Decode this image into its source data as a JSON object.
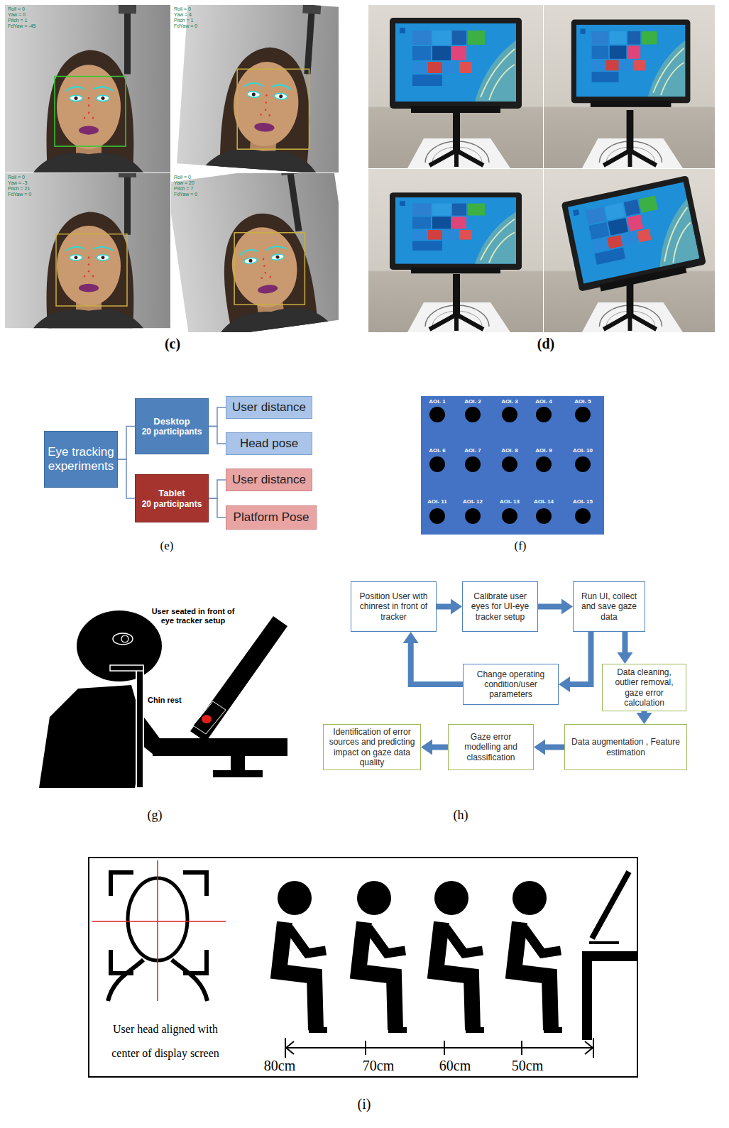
{
  "diagram": {
    "nodes": [
      {
        "text": [
          "Eye tracking experiments"
        ]
      },
      {
        "text": [
          "Desktop",
          "20 participants"
        ]
      },
      {
        "text": [
          "User distance"
        ]
      },
      {
        "text": [
          "Head pose"
        ]
      },
      {
        "text": [
          "Tablet",
          "20 participants"
        ]
      },
      {
        "text": [
          "User distance"
        ]
      },
      {
        "text": [
          "Platform Pose"
        ]
      },
      {
        "text": [
          "Position User with chinrest in front of tracker"
        ]
      },
      {
        "text": [
          "Calibrate user eyes for UI-eye tracker setup"
        ]
      },
      {
        "text": [
          "Run UI, collect and save gaze data"
        ]
      },
      {
        "text": [
          "Change operating condition/user parameters"
        ]
      },
      {
        "text": [
          "Data cleaning, outlier removal, gaze error calculation"
        ]
      },
      {
        "text": [
          "Data augmentation , Feature estimation"
        ]
      },
      {
        "text": [
          "Gaze error modelling and classification"
        ]
      },
      {
        "text": [
          "Identification of error sources and predicting impact on gaze data quality"
        ]
      }
    ],
    "edges": [
      {
        "from": 0,
        "to": 1,
        "arrow": "none"
      },
      {
        "from": 0,
        "to": 4,
        "arrow": "none"
      },
      {
        "from": 1,
        "to": 2,
        "arrow": "none"
      },
      {
        "from": 1,
        "to": 3,
        "arrow": "none"
      },
      {
        "from": 4,
        "to": 5,
        "arrow": "none"
      },
      {
        "from": 4,
        "to": 6,
        "arrow": "none"
      },
      {
        "from": 7,
        "to": 8,
        "arrow": "to"
      },
      {
        "from": 8,
        "to": 9,
        "arrow": "to"
      },
      {
        "from": 9,
        "to": 10,
        "arrow": "to"
      },
      {
        "from": 10,
        "to": 7,
        "arrow": "to"
      },
      {
        "from": 9,
        "to": 11,
        "arrow": "to"
      },
      {
        "from": 11,
        "to": 12,
        "arrow": "to"
      },
      {
        "from": 12,
        "to": 13,
        "arrow": "to"
      },
      {
        "from": 13,
        "to": 14,
        "arrow": "to"
      }
    ],
    "labels": [
      "(c)",
      "(d)",
      "Roll = 0",
      "Yaw = 0",
      "Pitch = 1",
      "FdYaw = -45",
      "Roll = 0",
      "Yaw = 4",
      "Pitch = 1",
      "FdYaw = 0",
      "Roll = 0",
      "Yaw = -3",
      "Pitch = 21",
      "FdYaw = 0",
      "Roll = 0",
      "Yaw = 20",
      "Pitch = 7",
      "FdYaw = 0",
      "AOI- 1",
      "AOI- 2",
      "AOI- 3",
      "AOI- 4",
      "AOI- 5",
      "AOI- 6",
      "AOI- 7",
      "AOI- 8",
      "AOI- 9",
      "AOI- 10",
      "AOI- 11",
      "AOI- 12",
      "AOI- 13",
      "AOI- 14",
      "AOI- 15",
      "(e)",
      "(f)",
      "User seated in front of eye tracker setup",
      "Chin rest",
      "(g)",
      "(h)",
      "User head aligned with center of display screen",
      "80cm",
      "70cm",
      "60cm",
      "50cm",
      "(i)"
    ]
  }
}
